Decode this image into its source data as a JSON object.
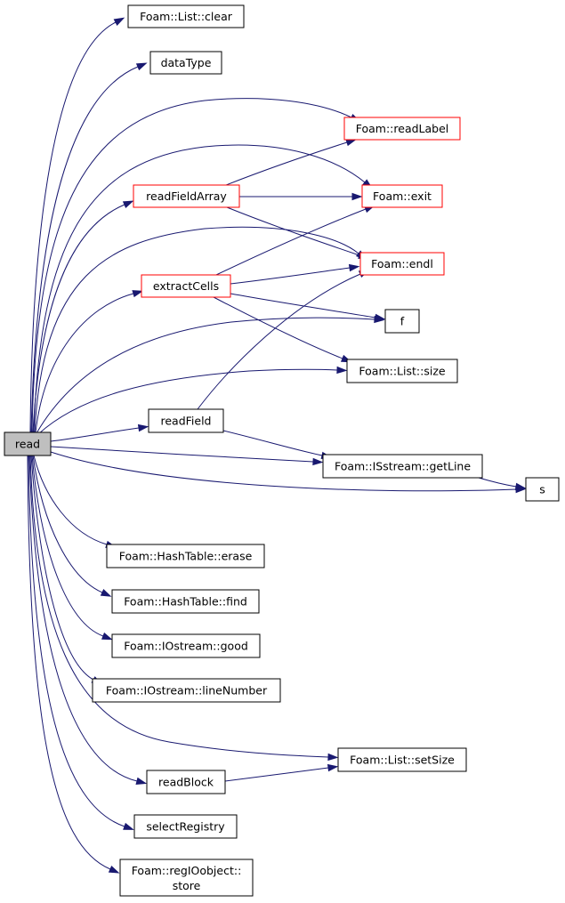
{
  "colors": {
    "edge": "#191970",
    "root_fill": "#bfbfbf",
    "normal_border": "#000000",
    "red_border": "#ff0000"
  },
  "nodes": {
    "read": {
      "label": "read",
      "style": "root"
    },
    "list_clear": {
      "label": "Foam::List::clear",
      "style": "normal"
    },
    "data_type": {
      "label": "dataType",
      "style": "normal"
    },
    "read_label": {
      "label": "Foam::readLabel",
      "style": "red"
    },
    "read_field_array": {
      "label": "readFieldArray",
      "style": "red"
    },
    "exit": {
      "label": "Foam::exit",
      "style": "red"
    },
    "endl": {
      "label": "Foam::endl",
      "style": "red"
    },
    "extract_cells": {
      "label": "extractCells",
      "style": "red"
    },
    "f": {
      "label": "f",
      "style": "normal"
    },
    "list_size": {
      "label": "Foam::List::size",
      "style": "normal"
    },
    "read_field": {
      "label": "readField",
      "style": "normal"
    },
    "get_line": {
      "label": "Foam::ISstream::getLine",
      "style": "normal"
    },
    "s": {
      "label": "s",
      "style": "normal"
    },
    "hash_erase": {
      "label": "Foam::HashTable::erase",
      "style": "normal"
    },
    "hash_find": {
      "label": "Foam::HashTable::find",
      "style": "normal"
    },
    "io_good": {
      "label": "Foam::IOstream::good",
      "style": "normal"
    },
    "io_line_number": {
      "label": "Foam::IOstream::lineNumber",
      "style": "normal"
    },
    "set_size": {
      "label": "Foam::List::setSize",
      "style": "normal"
    },
    "read_block": {
      "label": "readBlock",
      "style": "normal"
    },
    "select_registry": {
      "label": "selectRegistry",
      "style": "normal"
    },
    "store": {
      "label_lines": [
        "Foam::regIOobject::",
        "store"
      ],
      "style": "normal"
    }
  },
  "edges": [
    [
      "read",
      "list_clear"
    ],
    [
      "read",
      "data_type"
    ],
    [
      "read",
      "read_label"
    ],
    [
      "read",
      "read_field_array"
    ],
    [
      "read",
      "exit"
    ],
    [
      "read",
      "endl"
    ],
    [
      "read",
      "extract_cells"
    ],
    [
      "read",
      "f"
    ],
    [
      "read",
      "list_size"
    ],
    [
      "read",
      "read_field"
    ],
    [
      "read",
      "get_line"
    ],
    [
      "read",
      "s"
    ],
    [
      "read",
      "hash_erase"
    ],
    [
      "read",
      "hash_find"
    ],
    [
      "read",
      "io_good"
    ],
    [
      "read",
      "io_line_number"
    ],
    [
      "read",
      "set_size"
    ],
    [
      "read",
      "read_block"
    ],
    [
      "read",
      "select_registry"
    ],
    [
      "read",
      "store"
    ],
    [
      "read_field_array",
      "read_label"
    ],
    [
      "read_field_array",
      "exit"
    ],
    [
      "read_field_array",
      "endl"
    ],
    [
      "extract_cells",
      "exit"
    ],
    [
      "extract_cells",
      "endl"
    ],
    [
      "extract_cells",
      "f"
    ],
    [
      "extract_cells",
      "list_size"
    ],
    [
      "read_field",
      "endl"
    ],
    [
      "read_field",
      "get_line"
    ],
    [
      "get_line",
      "s"
    ],
    [
      "read_block",
      "set_size"
    ]
  ]
}
